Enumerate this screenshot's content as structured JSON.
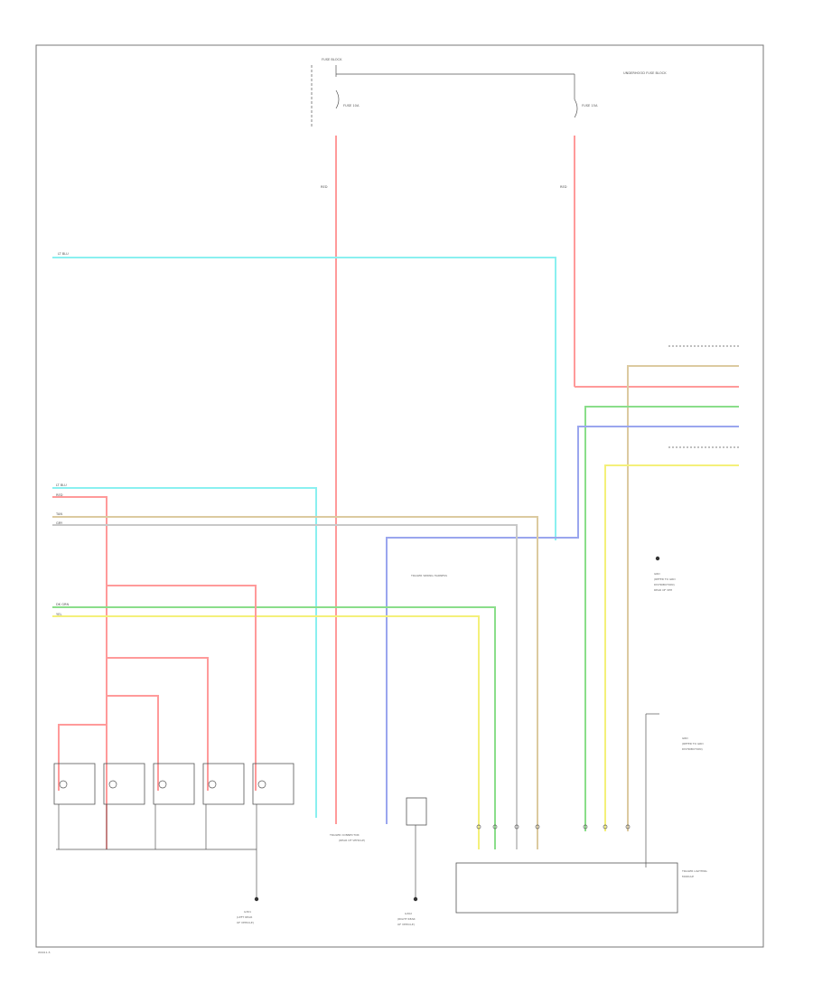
{
  "colors": {
    "red": "#ff9a9a",
    "cyan": "#8af0f0",
    "tan": "#dccaa0",
    "grey": "#c8c8c8",
    "green": "#8ade8a",
    "yellow": "#f4f07a",
    "blue": "#9aa6ee",
    "frame": "#555555"
  },
  "labels": {
    "fuse_block_top": "FUSE BLOCK",
    "fuse_left": "FUSE 10A",
    "fuse_right": "FUSE 15A",
    "underhood": "UNDERHOOD FUSE BLOCK",
    "red_left": "RED",
    "red_right": "RED",
    "cyan_top": "LT BLU",
    "cyan_mid": "LT BLU",
    "red_mid": "RED",
    "tan_mid": "TAN",
    "grey_mid": "GRY",
    "green_mid": "DK GRN",
    "yellow_mid": "YEL",
    "trailer_conn": "TRAILER CONNECTOR",
    "trailer_conn_2": "(REAR OF VEHICLE)",
    "junction": "TRAILER WIRING HARNESS",
    "ground_1": "G301",
    "ground_1b": "(LEFT REAR",
    "ground_1c": "OF VEHICLE)",
    "ground_2": "G302",
    "ground_2b": "(RIGHT REAR",
    "ground_2c": "OF VEHICLE)",
    "right_note_1": "GRD",
    "right_note_2": "(REFER TO GRD",
    "right_note_3": "DISTRIBUTION)",
    "right_note_4": "REAR OF VEH",
    "right_lower_1": "GRD",
    "right_lower_2": "(REFER TO GRD",
    "right_lower_3": "DISTRIBUTION)",
    "bottom_module": "TRAILER LIGHTING",
    "bottom_module_2": "MODULE",
    "footer_code": "W0011-5"
  }
}
